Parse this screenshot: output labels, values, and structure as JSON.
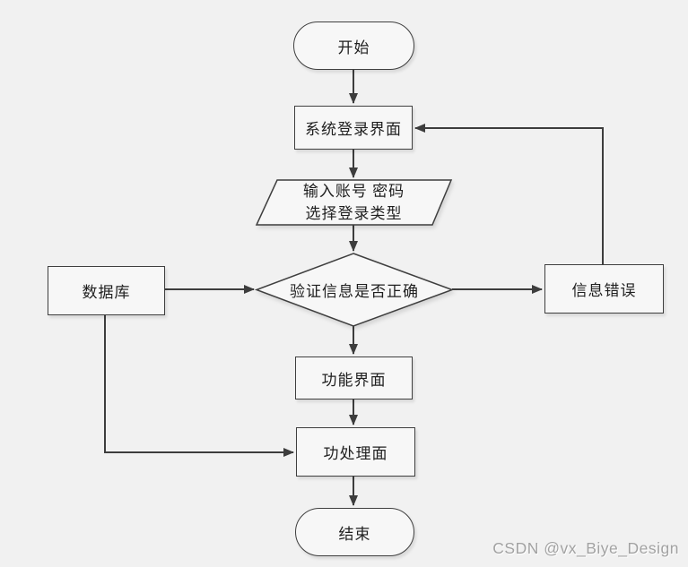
{
  "diagram": {
    "type": "flowchart",
    "nodes": {
      "start": {
        "label": "开始",
        "shape": "terminator"
      },
      "login": {
        "label": "系统登录界面",
        "shape": "process"
      },
      "input": {
        "label_line1": "输入账号 密码",
        "label_line2": "选择登录类型",
        "shape": "input-output"
      },
      "decision": {
        "label": "验证信息是否正确",
        "shape": "decision"
      },
      "database": {
        "label": "数据库",
        "shape": "process"
      },
      "error": {
        "label": "信息错误",
        "shape": "process"
      },
      "function": {
        "label": "功能界面",
        "shape": "process"
      },
      "process": {
        "label": "功处理面",
        "shape": "process"
      },
      "end": {
        "label": "结束",
        "shape": "terminator"
      }
    },
    "edges": [
      {
        "from": "start",
        "to": "login"
      },
      {
        "from": "login",
        "to": "input"
      },
      {
        "from": "input",
        "to": "decision"
      },
      {
        "from": "database",
        "to": "decision"
      },
      {
        "from": "decision",
        "to": "error"
      },
      {
        "from": "error",
        "to": "login"
      },
      {
        "from": "decision",
        "to": "function"
      },
      {
        "from": "function",
        "to": "process"
      },
      {
        "from": "database",
        "to": "process"
      },
      {
        "from": "process",
        "to": "end"
      }
    ],
    "colors": {
      "background": "#f1f1f1",
      "node_fill": "#f7f7f7",
      "stroke": "#3d3d3d",
      "text": "#1f1f1f",
      "watermark": "#a2a2a2"
    }
  },
  "watermark": {
    "text": "CSDN @vx_Biye_Design"
  }
}
